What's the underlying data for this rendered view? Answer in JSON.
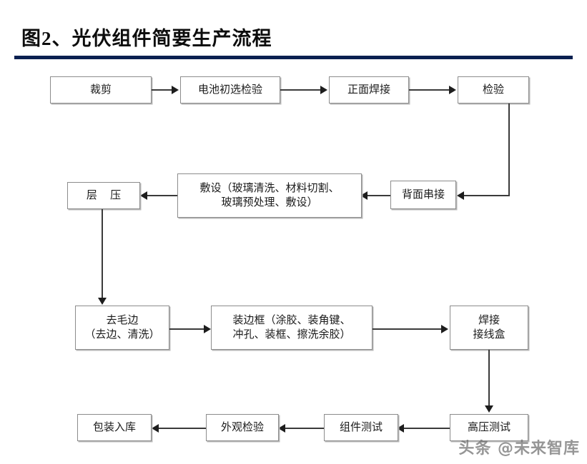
{
  "header": {
    "title": "图2、光伏组件简要生产流程",
    "rule_color": "#0a2050"
  },
  "watermark": {
    "text": "头条 @未来智库",
    "color": "#6f6f6f"
  },
  "diagram": {
    "type": "flowchart",
    "orientation": "serpentine",
    "box_border_color": "#8c8c8c",
    "connector_color": "#3a3a3a",
    "nodes": [
      {
        "id": "n1",
        "label": "裁剪",
        "row": 1
      },
      {
        "id": "n2",
        "label": "电池初选检验",
        "row": 1
      },
      {
        "id": "n3",
        "label": "正面焊接",
        "row": 1
      },
      {
        "id": "n4",
        "label": "检验",
        "row": 1
      },
      {
        "id": "n5",
        "label": "背面串接",
        "row": 2
      },
      {
        "id": "n6",
        "label": "敷设（玻璃清洗、材料切割、\n玻璃预处理、敷设）",
        "row": 2
      },
      {
        "id": "n7",
        "label": "层  压",
        "row": 2
      },
      {
        "id": "n8",
        "label": "去毛边\n（去边、清洗）",
        "row": 3
      },
      {
        "id": "n9",
        "label": "装边框（涂胶、装角键、\n冲孔、装框、擦洗余胶）",
        "row": 3
      },
      {
        "id": "n10",
        "label": "焊接\n接线盒",
        "row": 3
      },
      {
        "id": "n11",
        "label": "高压测试",
        "row": 4
      },
      {
        "id": "n12",
        "label": "组件测试",
        "row": 4
      },
      {
        "id": "n13",
        "label": "外观检验",
        "row": 4
      },
      {
        "id": "n14",
        "label": "包装入库",
        "row": 4
      }
    ],
    "edges": [
      {
        "from": "n1",
        "to": "n2",
        "dir": "right"
      },
      {
        "from": "n2",
        "to": "n3",
        "dir": "right"
      },
      {
        "from": "n3",
        "to": "n4",
        "dir": "right"
      },
      {
        "from": "n4",
        "to": "n5",
        "dir": "down-left"
      },
      {
        "from": "n5",
        "to": "n6",
        "dir": "left"
      },
      {
        "from": "n6",
        "to": "n7",
        "dir": "left"
      },
      {
        "from": "n7",
        "to": "n8",
        "dir": "down"
      },
      {
        "from": "n8",
        "to": "n9",
        "dir": "right"
      },
      {
        "from": "n9",
        "to": "n10",
        "dir": "right"
      },
      {
        "from": "n10",
        "to": "n11",
        "dir": "down"
      },
      {
        "from": "n11",
        "to": "n12",
        "dir": "left"
      },
      {
        "from": "n12",
        "to": "n13",
        "dir": "left"
      },
      {
        "from": "n13",
        "to": "n14",
        "dir": "left"
      }
    ]
  }
}
